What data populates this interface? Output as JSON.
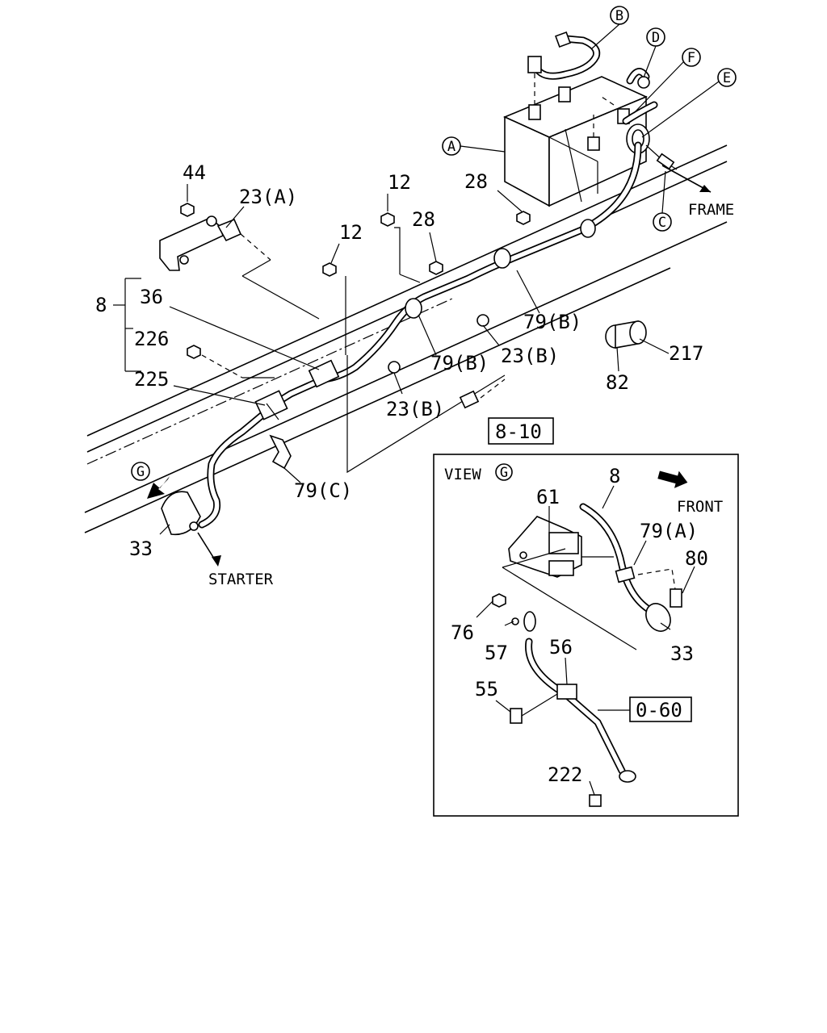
{
  "callouts": {
    "c44": "44",
    "c23a": "23(A)",
    "c12a": "12",
    "c12b": "12",
    "c28a": "28",
    "c28b": "28",
    "c8": "8",
    "c36": "36",
    "c226": "226",
    "c225": "225",
    "c79b1": "79(B)",
    "c79b2": "79(B)",
    "c23b1": "23(B)",
    "c23b2": "23(B)",
    "c79c": "79(C)",
    "c33": "33",
    "c82": "82",
    "c217": "217"
  },
  "circled": {
    "A": "A",
    "B": "B",
    "C": "C",
    "D": "D",
    "E": "E",
    "F": "F",
    "G": "G"
  },
  "directions": {
    "frame": "FRAME",
    "starter": "STARTER",
    "front": "FRONT"
  },
  "boxed_refs": {
    "ref_8_10": "8-10",
    "ref_0_60": "0-60"
  },
  "view_g": {
    "title": "VIEW",
    "circle": "G",
    "callouts": {
      "c8": "8",
      "c61": "61",
      "c79a": "79(A)",
      "c80": "80",
      "c33": "33",
      "c76": "76",
      "c57": "57",
      "c56": "56",
      "c55": "55",
      "c222": "222"
    }
  },
  "icons": [
    "arrow-frame-icon",
    "arrow-starter-icon",
    "arrow-view-g-icon",
    "arrow-front-icon"
  ]
}
